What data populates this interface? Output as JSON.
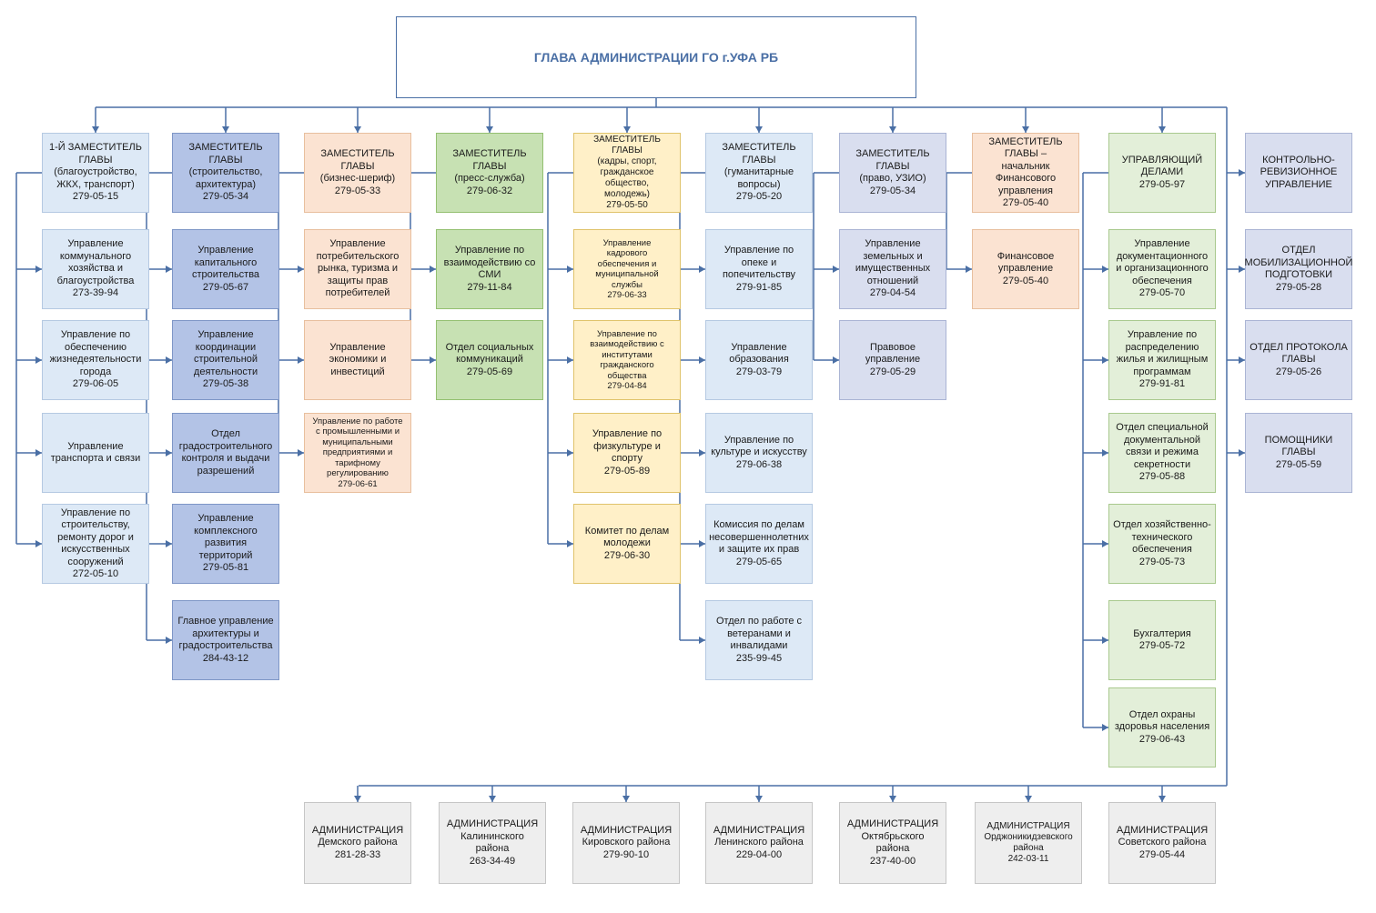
{
  "head": {
    "label": "ГЛАВА АДМИНИСТРАЦИИ ГО г.УФА РБ"
  },
  "colors": {
    "line": "#4a6fa5",
    "ltblue_fill": "#dde9f6",
    "ltblue_border": "#b5c9e2",
    "blue_fill": "#b3c3e6",
    "blue_border": "#7e96c6",
    "peach_fill": "#fbe3d2",
    "peach_border": "#e8bf9e",
    "green_fill": "#c7e1b3",
    "green_border": "#94c071",
    "yellow_fill": "#fff0c8",
    "yellow_border": "#e0c36b",
    "lav_fill": "#d9deef",
    "lav_border": "#aab4d4",
    "paleg_fill": "#e3efd9",
    "paleg_border": "#a9c98e",
    "gray_fill": "#eeeeee",
    "gray_border": "#c6c6c6"
  },
  "columns": [
    {
      "color": "ltblue",
      "header": "1-Й ЗАМЕСТИТЕЛЬ\nГЛАВЫ\n(благоустройство,\nЖКХ, транспорт)\n279-05-15",
      "units": [
        "Управление\nкоммунального\nхозяйства и\nблагоустройства\n273-39-94",
        "Управление по\nобеспечению\nжизнедеятельности\nгорода\n279-06-05",
        "Управление\nтранспорта и связи",
        "Управление по\nстроительству,\nремонту дорог и\nискусственных\nсооружений\n272-05-10"
      ]
    },
    {
      "color": "blue",
      "header": "ЗАМЕСТИТЕЛЬ\nГЛАВЫ\n(строительство,\nархитектура)\n279-05-34",
      "units": [
        "Управление\nкапитального\nстроительства\n279-05-67",
        "Управление\nкоординации\nстроительной\nдеятельности\n279-05-38",
        "Отдел\nградостроительного\nконтроля и выдачи\nразрешений",
        "Управление\nкомплексного\nразвития\nтерриторий\n279-05-81",
        "Главное управление\nархитектуры и\nградостроительства\n284-43-12"
      ]
    },
    {
      "color": "peach",
      "header": "ЗАМЕСТИТЕЛЬ\nГЛАВЫ\n(бизнес-шериф)\n279-05-33",
      "units": [
        "Управление\nпотребительского\nрынка, туризма и\nзащиты прав\nпотребителей",
        "Управление\nэкономики и\nинвестиций",
        "Управление по работе\nс промышленными и\nмуниципальными\nпредприятиями и\nтарифному\nрегулированию\n279-06-61"
      ]
    },
    {
      "color": "green",
      "header": "ЗАМЕСТИТЕЛЬ\nГЛАВЫ\n(пресс-служба)\n279-06-32",
      "units": [
        "Управление по\nвзаимодействию со\nСМИ\n279-11-84",
        "Отдел социальных\nкоммуникаций\n279-05-69"
      ]
    },
    {
      "color": "yellow",
      "header": "ЗАМЕСТИТЕЛЬ ГЛАВЫ\n(кадры, спорт,\nгражданское общество,\nмолодежь)\n279-05-50",
      "units": [
        "Управление\nкадрового\nобеспечения и\nмуниципальной\nслужбы\n279-06-33",
        "Управление по\nвзаимодействию с\nинститутами\nгражданского\nобщества\n279-04-84",
        "Управление по\nфизкультуре и\nспорту\n279-05-89",
        "Комитет по делам\nмолодежи\n279-06-30"
      ]
    },
    {
      "color": "ltblue",
      "header": "ЗАМЕСТИТЕЛЬ\nГЛАВЫ\n(гуманитарные\nвопросы)\n279-05-20",
      "units": [
        "Управление по\nопеке и\nпопечительству\n279-91-85",
        "Управление\nобразования\n279-03-79",
        "Управление по\nкультуре и искусству\n279-06-38",
        "Комиссия по делам\nнесовершеннолетних\nи защите их прав\n279-05-65",
        "Отдел по работе с\nветеранами и\nинвалидами\n235-99-45"
      ]
    },
    {
      "color": "lav",
      "header": "ЗАМЕСТИТЕЛЬ\nГЛАВЫ\n(право, УЗИО)\n279-05-34",
      "units": [
        "Управление\nземельных и\nимущественных\nотношений\n279-04-54",
        "Правовое\nуправление\n279-05-29"
      ]
    },
    {
      "color": "peach",
      "header": "ЗАМЕСТИТЕЛЬ\nГЛАВЫ –\nначальник\nФинансового\nуправления\n279-05-40",
      "units": [
        "Финансовое\nуправление\n279-05-40"
      ]
    },
    {
      "color": "paleg",
      "header": "УПРАВЛЯЮЩИЙ\nДЕЛАМИ\n279-05-97",
      "units": [
        "Управление\nдокументационного\nи организационного\nобеспечения\n279-05-70",
        "Управление по\nраспределению\nжилья и жилищным\nпрограммам\n279-91-81",
        "Отдел специальной\nдокументальной\nсвязи и режима\nсекретности\n279-05-88",
        "Отдел хозяйственно-\nтехнического\nобеспечения\n279-05-73",
        "Бухгалтерия\n279-05-72",
        "Отдел охраны\nздоровья населения\n279-06-43"
      ]
    }
  ],
  "staff": [
    "КОНТРОЛЬНО-\nРЕВИЗИОННОЕ\nУПРАВЛЕНИЕ",
    "ОТДЕЛ\nМОБИЛИЗАЦИОННОЙ\nПОДГОТОВКИ\n279-05-28",
    "ОТДЕЛ ПРОТОКОЛА\nГЛАВЫ\n279-05-26",
    "ПОМОЩНИКИ\nГЛАВЫ\n279-05-59"
  ],
  "districts": [
    "АДМИНИСТРАЦИЯ\nДемского района\n281-28-33",
    "АДМИНИСТРАЦИЯ\nКалининского\nрайона\n263-34-49",
    "АДМИНИСТРАЦИЯ\nКировского района\n279-90-10",
    "АДМИНИСТРАЦИЯ\nЛенинского района\n229-04-00",
    "АДМИНИСТРАЦИЯ\nОктябрьского\nрайона\n237-40-00",
    "АДМИНИСТРАЦИЯ\nОрджоникидзевского\nрайона\n242-03-11",
    "АДМИНИСТРАЦИЯ\nСоветского района\n279-05-44"
  ]
}
